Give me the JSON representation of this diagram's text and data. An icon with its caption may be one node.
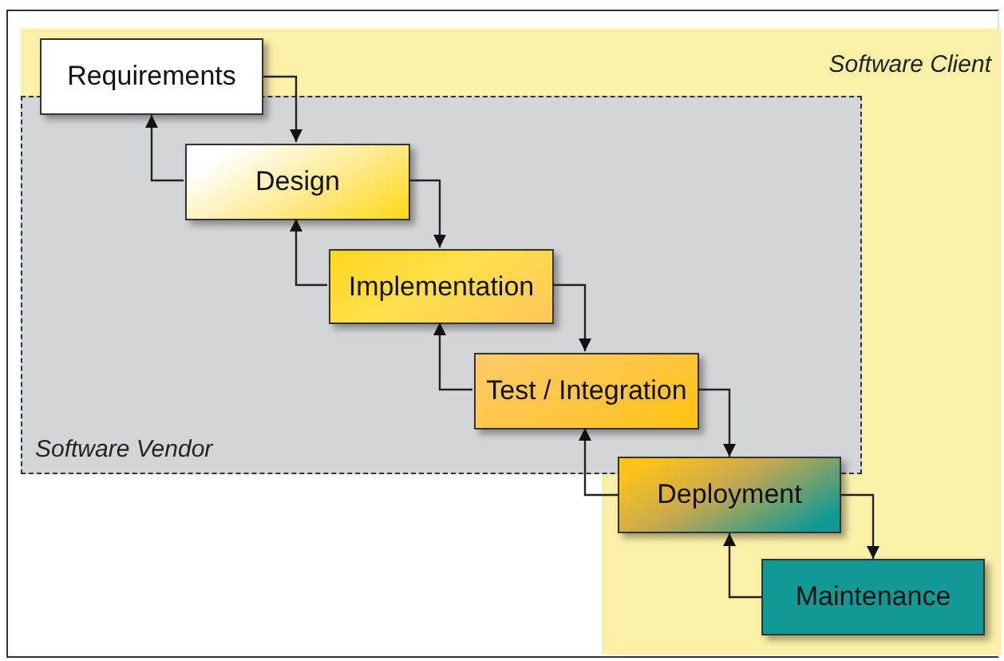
{
  "diagram": {
    "nodes": [
      {
        "text": [
          "Software Client"
        ]
      },
      {
        "text": [
          "Software Vendor"
        ],
        "in": 0
      },
      {
        "text": [
          "Requirements"
        ],
        "in": 0
      },
      {
        "text": [
          "Design"
        ],
        "in": 1
      },
      {
        "text": [
          "Implementation"
        ],
        "in": 1
      },
      {
        "text": [
          "Test / Integration"
        ],
        "in": 1
      },
      {
        "text": [
          "Deployment"
        ],
        "in": 0
      },
      {
        "text": [
          "Maintenance"
        ],
        "in": 0
      }
    ],
    "edges": [
      {
        "from": 2,
        "to": 3,
        "arrow": "to"
      },
      {
        "from": 3,
        "to": 4,
        "arrow": "to"
      },
      {
        "from": 4,
        "to": 5,
        "arrow": "to"
      },
      {
        "from": 5,
        "to": 6,
        "arrow": "to"
      },
      {
        "from": 6,
        "to": 7,
        "arrow": "to"
      },
      {
        "from": 3,
        "to": 2,
        "arrow": "to"
      },
      {
        "from": 4,
        "to": 3,
        "arrow": "to"
      },
      {
        "from": 5,
        "to": 4,
        "arrow": "to"
      },
      {
        "from": 6,
        "to": 5,
        "arrow": "to"
      },
      {
        "from": 7,
        "to": 6,
        "arrow": "to"
      }
    ]
  }
}
